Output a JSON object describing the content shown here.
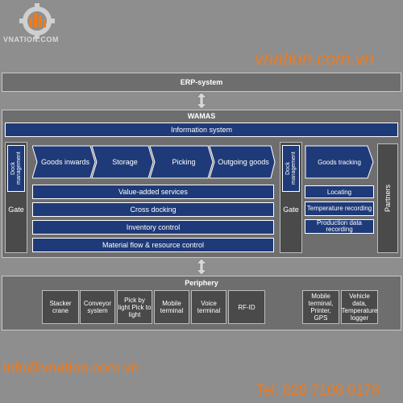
{
  "brand": {
    "logo_text": "VNATION.COM",
    "site": "vnation.com.vn",
    "email": "info@vnation.com.vn",
    "tel": "Tel: 028 7108 0178"
  },
  "erp": {
    "label": "ERP-system"
  },
  "wamas": {
    "label": "WAMAS",
    "information_system": "Information system",
    "dock_management_left": "Dock management",
    "dock_management_right": "Dock management",
    "gate_left": "Gate",
    "gate_right": "Gate",
    "partners": "Partners",
    "flow": [
      "Goods inwards",
      "Storage",
      "Picking",
      "Outgoing goods"
    ],
    "goods_tracking": "Goods tracking",
    "bars": [
      "Value-added services",
      "Cross docking",
      "Inventory control",
      "Material flow & resource control"
    ],
    "right_items": [
      "Locating",
      "Temperature recording",
      "Production data recording"
    ]
  },
  "periphery": {
    "label": "Periphery",
    "items": [
      {
        "text": "Stacker crane"
      },
      {
        "text": "Conveyor system"
      },
      {
        "text": "Pick by light Pick to light"
      },
      {
        "text": "Mobile terminal"
      },
      {
        "text": "Voice terminal"
      },
      {
        "text": "RF-ID"
      },
      {
        "text": "Mobile terminal, Printer, GPS"
      },
      {
        "text": "Vehicle data, Temperature logger"
      }
    ]
  },
  "colors": {
    "accent": "#f07a1a",
    "blue": "#1f3a78",
    "panel": "#6e6e6e"
  }
}
